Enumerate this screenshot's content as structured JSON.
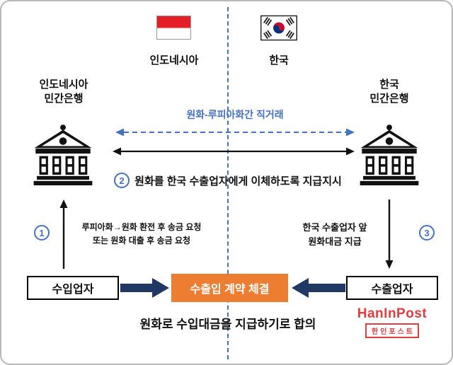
{
  "colors": {
    "accent_blue": "#4472C4",
    "arrow_navy": "#1F3864",
    "contract_orange": "#ED7D31",
    "indonesia_red": "#E31E26",
    "taegeuk_red": "#C60C30",
    "taegeuk_blue": "#003478",
    "logo_red": "#E23C3F"
  },
  "flags": {
    "indonesia": {
      "label": "인도네시아"
    },
    "korea": {
      "label": "한국"
    }
  },
  "banks": {
    "left_label": "인도네시아\n민간은행",
    "right_label": "한국\n민간은행"
  },
  "flows": {
    "direct_trade_label": "원화-루피아화간 직거래",
    "step1_number": "1",
    "step1_text": "루피아화→원화 환전 후 송금 요청\n또는 원화 대출 후 송금 요청",
    "step2_number": "2",
    "step2_text": "원화를 한국 수출업자에게 이체하도록 지급지시",
    "step3_number": "3",
    "step3_text": "한국 수출업자 앞\n원화대금 지급"
  },
  "boxes": {
    "importer": "수입업자",
    "exporter": "수출업자",
    "contract": "수출입 계약 체결"
  },
  "footer": {
    "agreement_note": "원화로 수입대금을 지급하기로 합의",
    "logo_text": "HanInPost",
    "logo_subtext": "한인포스트"
  }
}
